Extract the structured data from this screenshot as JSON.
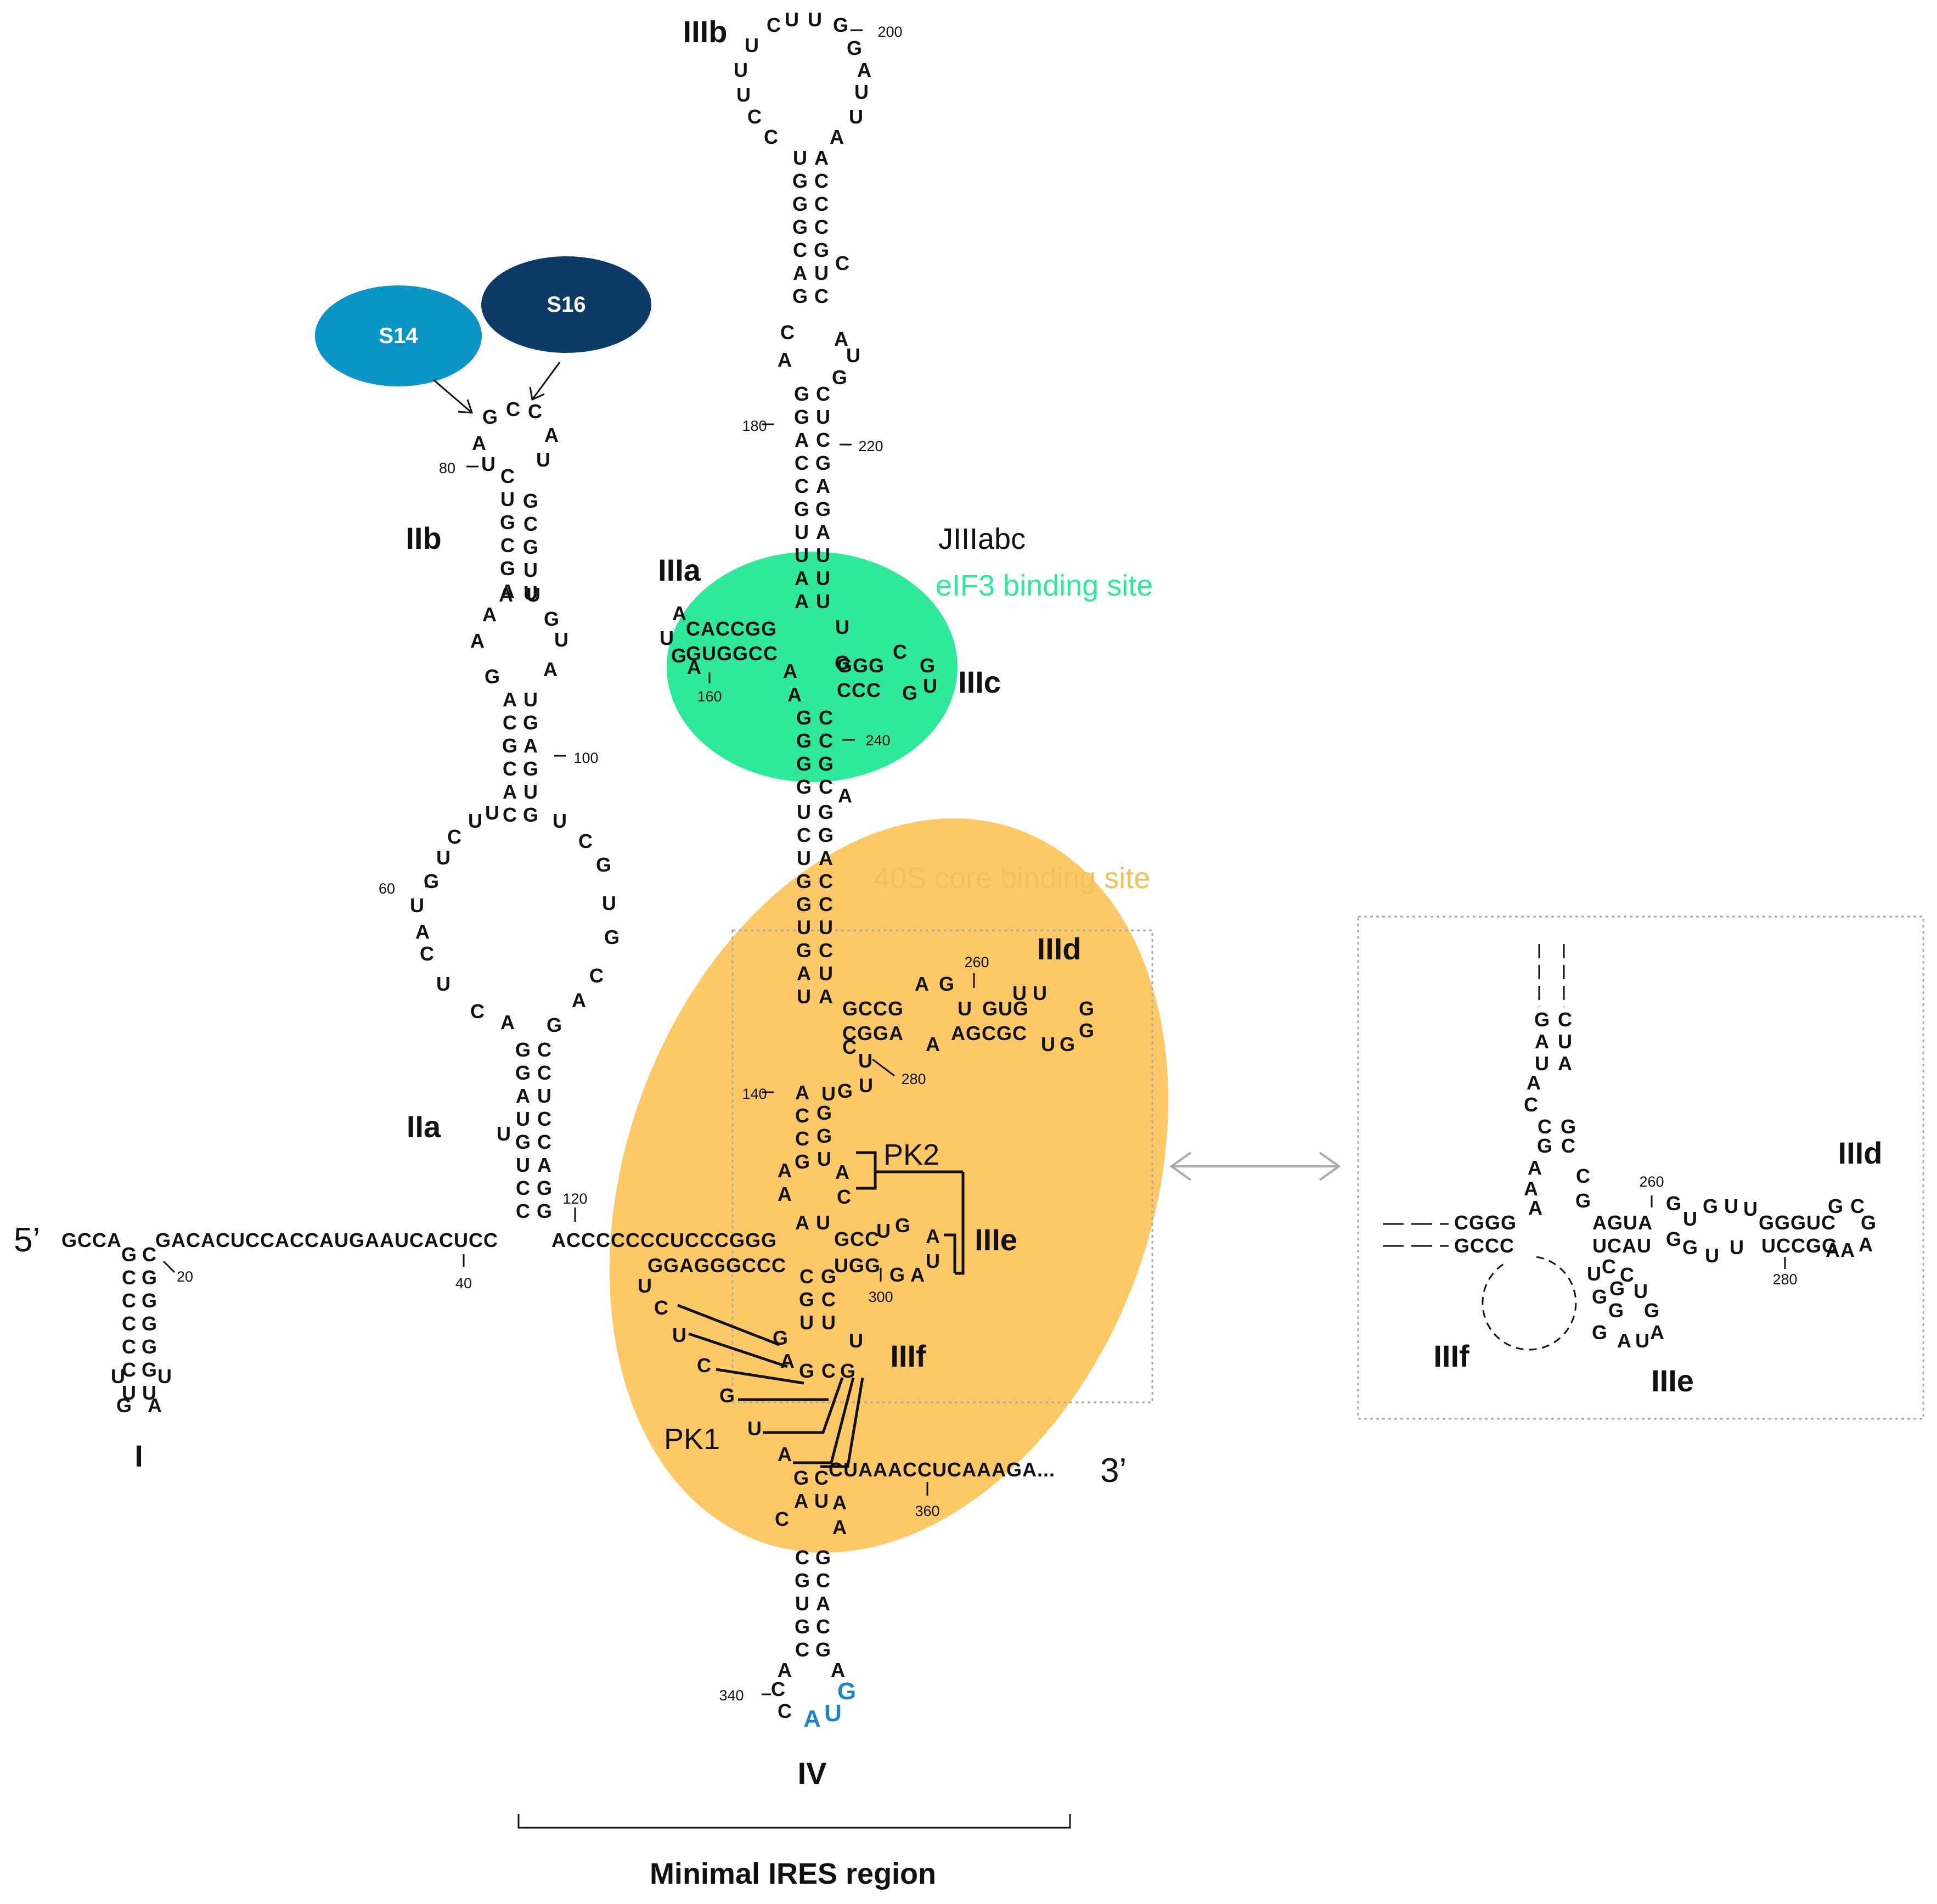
{
  "domains": {
    "I": "I",
    "IIa": "IIa",
    "IIb": "IIb",
    "IIIa": "IIIa",
    "IIIb": "IIIb",
    "IIIc": "IIIc",
    "IIId": "IIId",
    "IIIe": "IIIe",
    "IIIf": "IIIf",
    "IV": "IV",
    "inset_IIId": "IIId",
    "inset_IIIe": "IIIe",
    "inset_IIIf": "IIIf"
  },
  "labels": {
    "five_prime": "5’",
    "three_prime": "3’",
    "jiiiabc": "JIIIabc",
    "eif3": "eIF3 binding site",
    "core40s": "40S core binding site",
    "pk1": "PK1",
    "pk2": "PK2",
    "minimal_ires": "Minimal IRES region"
  },
  "proteins": {
    "s14": "S14",
    "s16": "S16"
  },
  "colors": {
    "eif3_site": "#2ee99a",
    "core40s_site": "#fdc966",
    "core40s_text": "#f5c05a",
    "eif3_text": "#2ee99a",
    "s14": "#0b94c6",
    "s16": "#0d3a66",
    "start_codon": "#1f86c6"
  },
  "sequences": {
    "five_prime_start": "GCCA",
    "linker_5": "GACACUCCACCAUGAAUCACUCC",
    "linker_ii_iii": "ACCCCCCCUCCCGGG",
    "linker_bottom": "GGAGGGCCC",
    "three_prime_end": "CUAAACCUCAAAGA...",
    "iiia_top": "CACCGG",
    "iiia_bottom": "GUGGCC",
    "iiic_top": "GGG",
    "iiic_bottom": "CCC",
    "iiid_top_5": "GCCG",
    "iiid_bottom_5": "CGGA",
    "iiid_top_3": "GUG",
    "iiid_bottom_3": "AGCGC",
    "iiie_top": "GCC",
    "iiie_bottom": "UGG",
    "inset_cggg": "CGGG",
    "inset_gccc": "GCCC",
    "inset_agua": "AGUA",
    "inset_ucau": "UCAU",
    "inset_ggguc": "GGGUC",
    "inset_uccgg": "UCCGG"
  },
  "positions": [
    "20",
    "40",
    "60",
    "80",
    "100",
    "120",
    "140",
    "160",
    "180",
    "200",
    "220",
    "240",
    "260",
    "280",
    "300",
    "340",
    "360"
  ],
  "inset_positions": [
    "260",
    "280"
  ],
  "start_codon": [
    "A",
    "U",
    "G"
  ]
}
